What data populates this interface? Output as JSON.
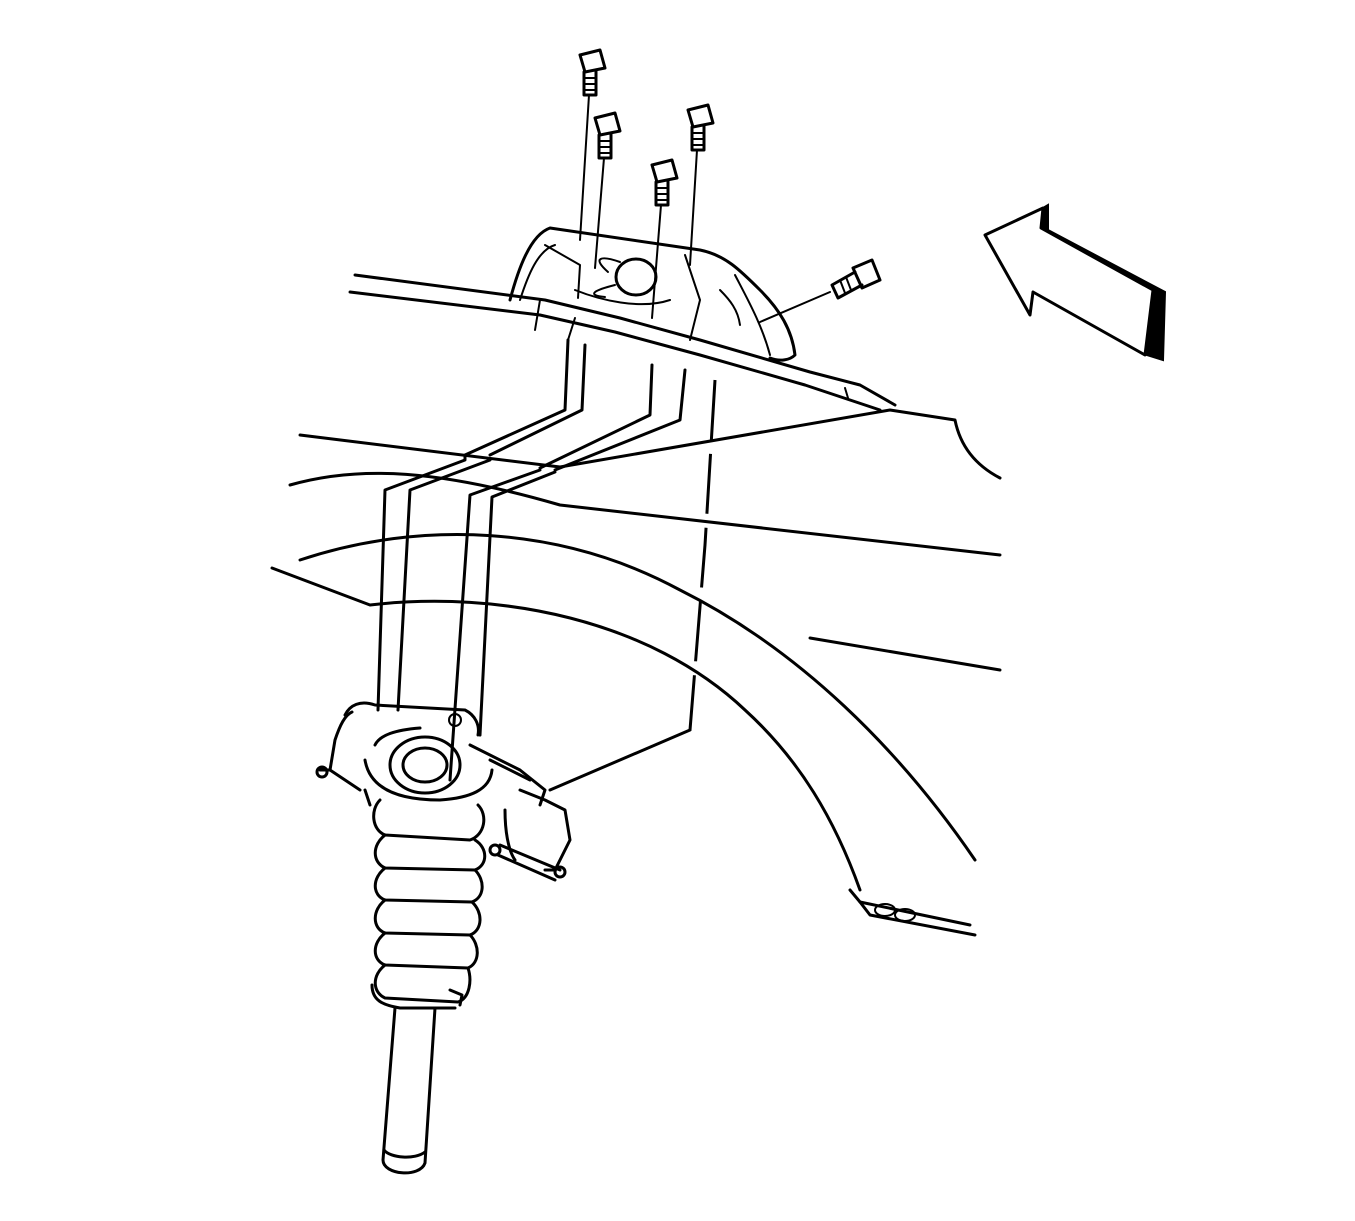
{
  "colors": {
    "ink": "#000000",
    "paper": "#ffffff"
  },
  "parts": [
    {
      "id": "strut-mount-bolts",
      "count": 4
    },
    {
      "id": "strut-bracket-bolt",
      "count": 1
    },
    {
      "id": "strut-tower"
    },
    {
      "id": "fender-panel"
    },
    {
      "id": "strut-coil-spring-assembly"
    },
    {
      "id": "vehicle-front-direction-arrow",
      "icon": "arrow-icon"
    }
  ]
}
